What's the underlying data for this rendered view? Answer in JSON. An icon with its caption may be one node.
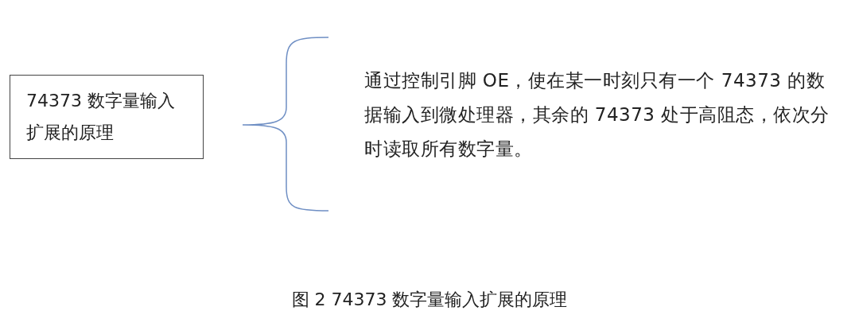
{
  "diagram": {
    "caption": "图 2 74373 数字量输入扩展的原理",
    "nodes": [
      {
        "text": [
          "74373 数字量输入扩展的原理"
        ]
      }
    ],
    "labels": [
      "通过控制引脚 OE，使在某一时刻只有一个 74373 的数据输入到微处理器，其余的 74373 处于高阻态，依次分时读取所有数字量。"
    ]
  }
}
